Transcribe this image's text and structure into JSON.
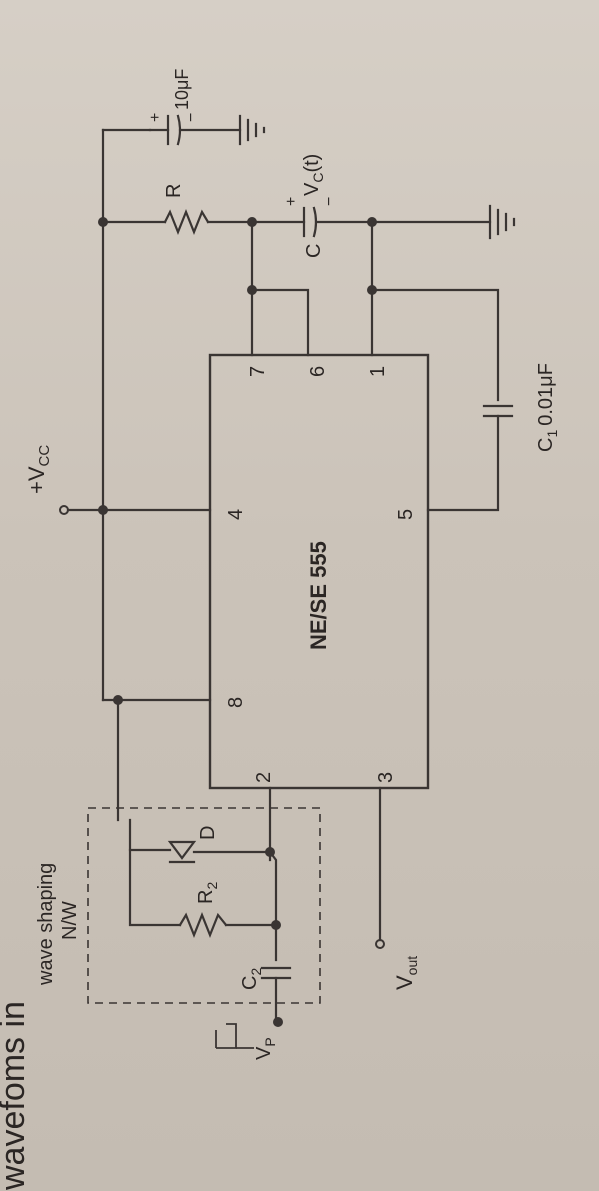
{
  "header_fragment": "wavefoms in",
  "ic": {
    "name": "NE/SE 555",
    "pins": [
      "8",
      "4",
      "7",
      "6",
      "1",
      "5",
      "3",
      "2"
    ]
  },
  "supply_label": "+VCC",
  "supply_sub": "CC",
  "supply_main": "+V",
  "components": {
    "R": "R",
    "C": "C",
    "cap_top": "10μF",
    "C1": "C",
    "C1_sub": "1",
    "C1_value": "0.01μF",
    "R2": "R",
    "R2_sub": "2",
    "C2": "C",
    "C2_sub": "2",
    "D": "D",
    "Vc": "V",
    "Vc_sub": "C",
    "Vc_arg": "(t)",
    "plus": "+",
    "minus": "−"
  },
  "network": {
    "title": "wave shaping",
    "subtitle": "N/W"
  },
  "io": {
    "vp": "V",
    "vp_sub": "P",
    "vout": "V",
    "vout_sub": "out"
  }
}
